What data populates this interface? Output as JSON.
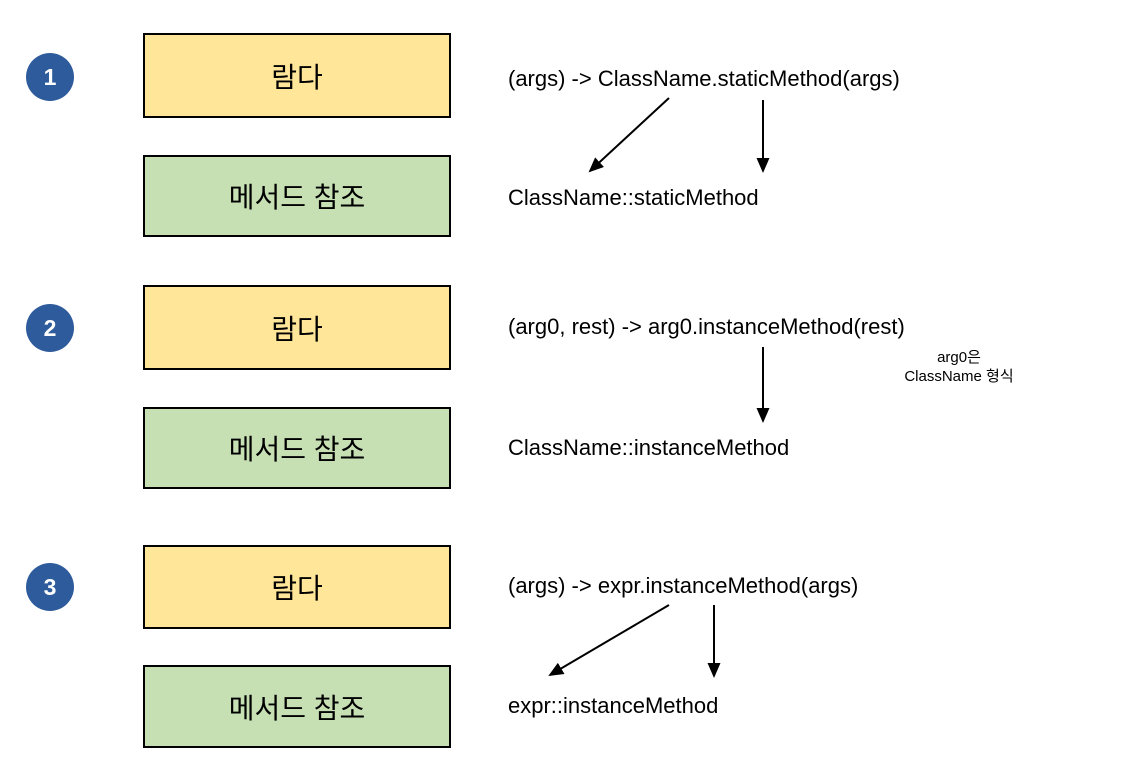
{
  "diagram": {
    "description_colors": {
      "lambda_box_fill": "#FFE699",
      "method_box_fill": "#C6E0B4",
      "box_border": "#000000",
      "badge_fill": "#2E5B9B",
      "badge_text": "#FFFFFF",
      "code_text": "#000000"
    }
  },
  "sections": [
    {
      "number": "1",
      "lambda_box_label": "람다",
      "method_box_label": "메서드 참조",
      "lambda_code": "(args) -> ClassName.staticMethod(args)",
      "method_reference": "ClassName::staticMethod"
    },
    {
      "number": "2",
      "lambda_box_label": "람다",
      "method_box_label": "메서드 참조",
      "lambda_code": "(arg0, rest) -> arg0.instanceMethod(rest)",
      "method_reference": "ClassName::instanceMethod",
      "note_line1": "arg0은",
      "note_line2": "ClassName 형식"
    },
    {
      "number": "3",
      "lambda_box_label": "람다",
      "method_box_label": "메서드 참조",
      "lambda_code": "(args) -> expr.instanceMethod(args)",
      "method_reference": "expr::instanceMethod"
    }
  ]
}
